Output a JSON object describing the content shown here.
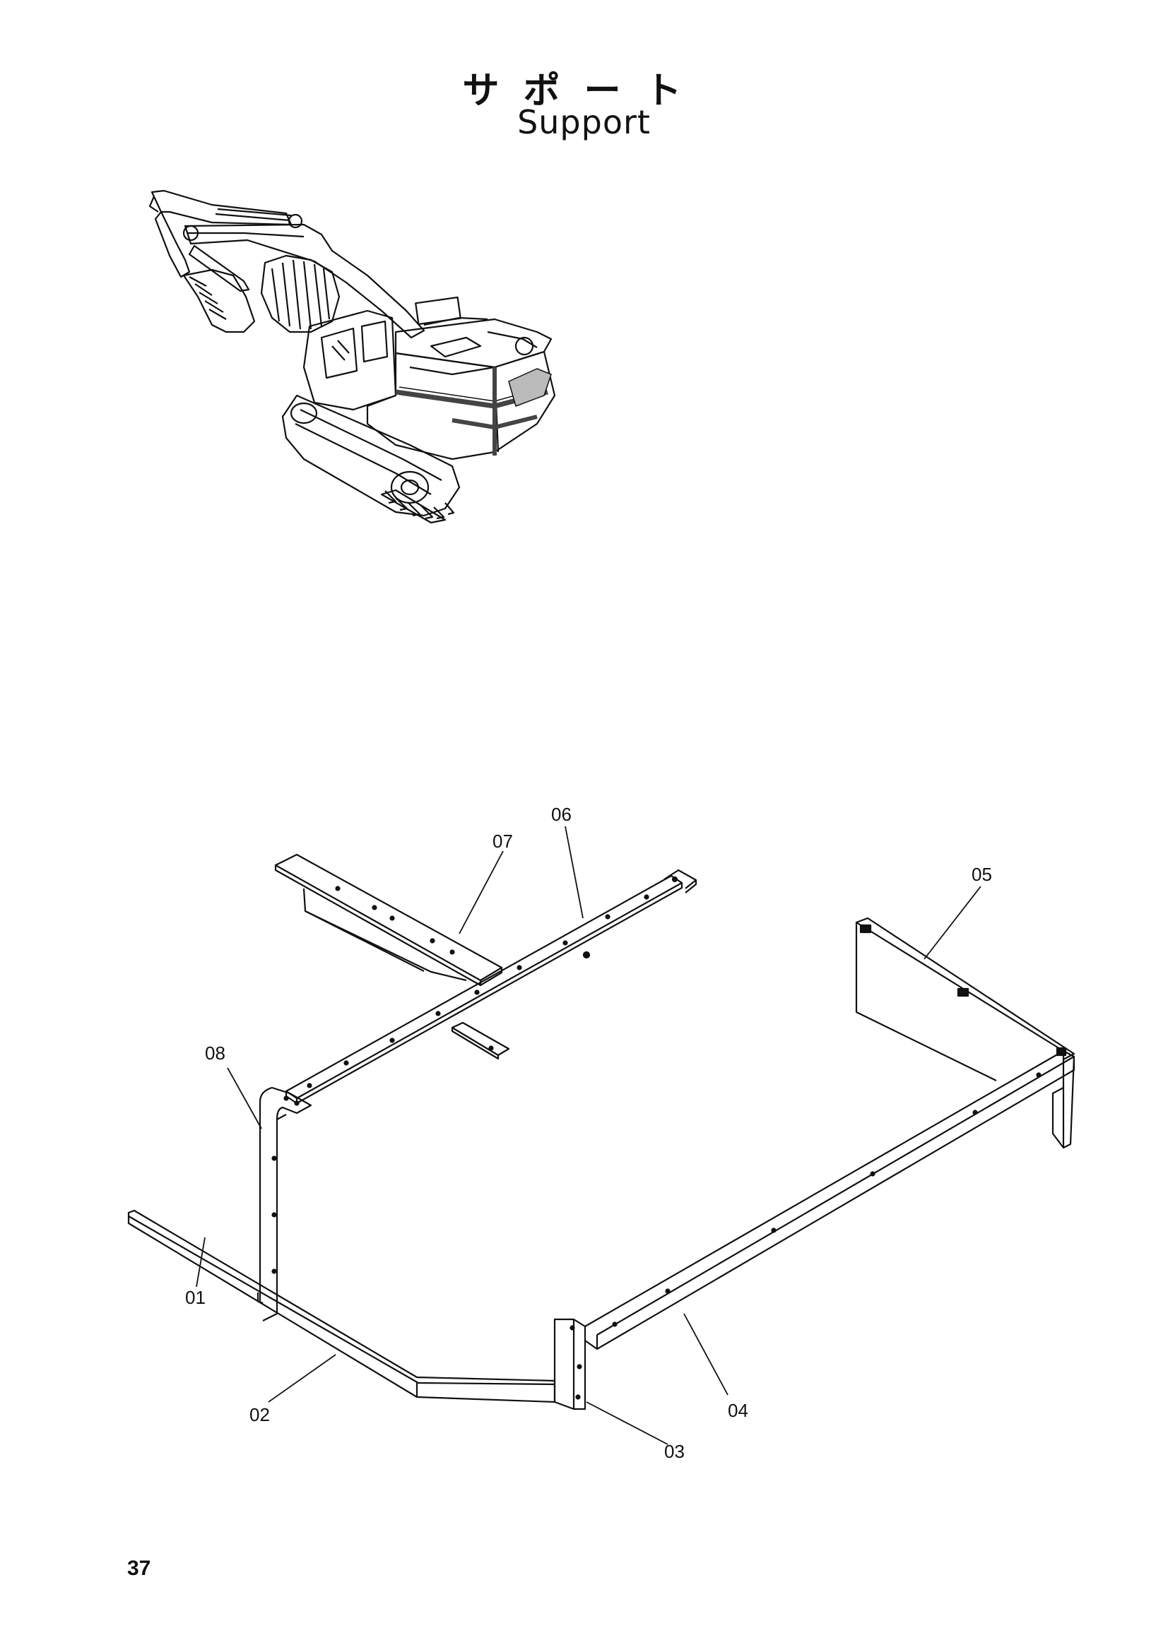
{
  "title": {
    "japanese": "サポート",
    "english": "Support"
  },
  "page_number": "37",
  "callouts": [
    {
      "id": "c01",
      "label": "01"
    },
    {
      "id": "c02",
      "label": "02"
    },
    {
      "id": "c03",
      "label": "03"
    },
    {
      "id": "c04",
      "label": "04"
    },
    {
      "id": "c05",
      "label": "05"
    },
    {
      "id": "c06",
      "label": "06"
    },
    {
      "id": "c07",
      "label": "07"
    },
    {
      "id": "c08",
      "label": "08"
    }
  ],
  "colors": {
    "line": "#111111",
    "highlight": "#444444"
  }
}
